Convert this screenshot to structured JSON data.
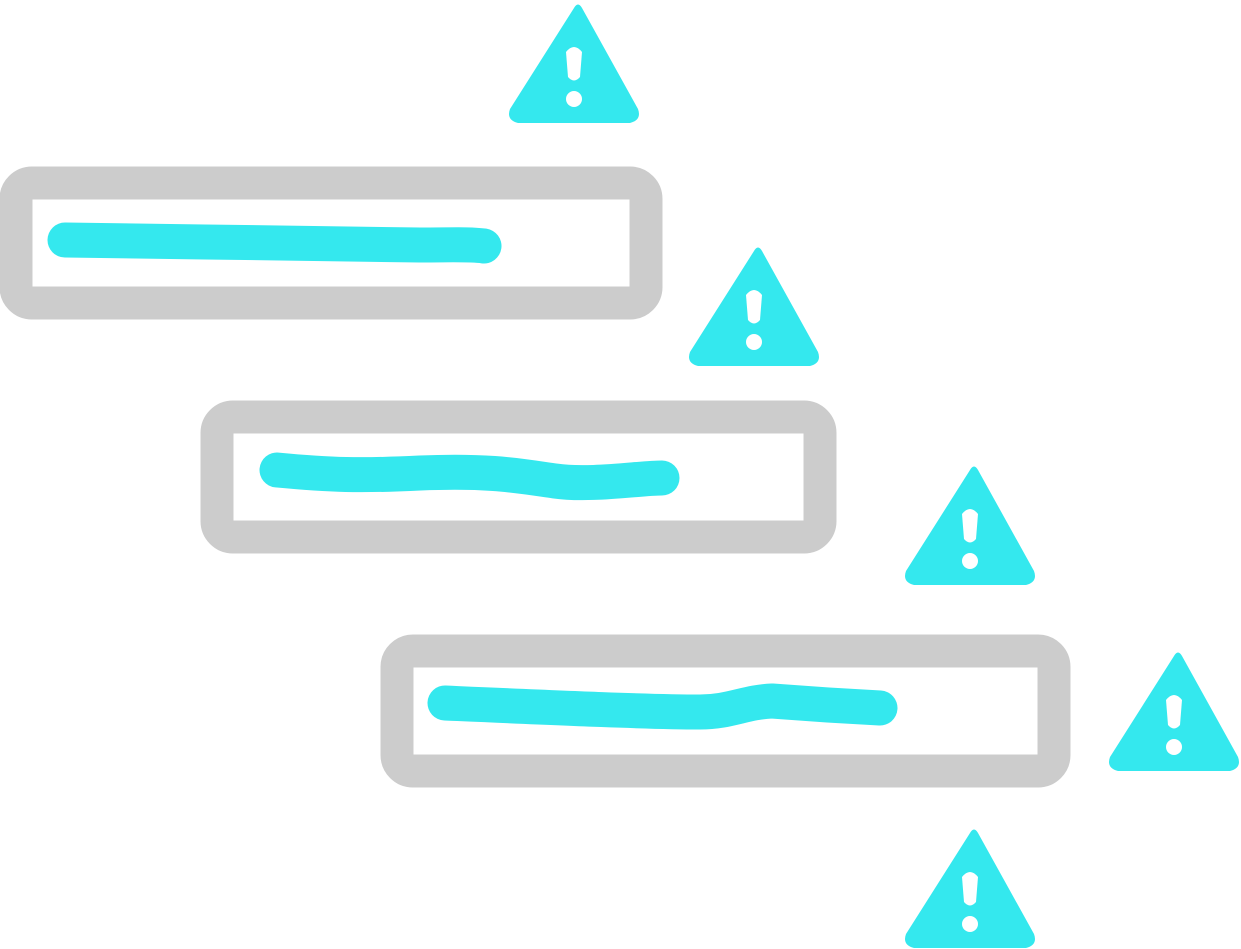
{
  "colors": {
    "background": "#ffffff",
    "frame": "#cccccc",
    "accent": "#34e8ee",
    "glyph": "#ffffff"
  },
  "fields": [
    {
      "name": "input-field-1",
      "kind": "scribble-text-field"
    },
    {
      "name": "input-field-2",
      "kind": "scribble-text-field"
    },
    {
      "name": "input-field-3",
      "kind": "scribble-text-field"
    }
  ],
  "warnings": [
    {
      "name": "warning-icon-1",
      "icon": "warning-triangle-icon"
    },
    {
      "name": "warning-icon-2",
      "icon": "warning-triangle-icon"
    },
    {
      "name": "warning-icon-3",
      "icon": "warning-triangle-icon"
    },
    {
      "name": "warning-icon-4",
      "icon": "warning-triangle-icon"
    },
    {
      "name": "warning-icon-5",
      "icon": "warning-triangle-icon"
    }
  ]
}
